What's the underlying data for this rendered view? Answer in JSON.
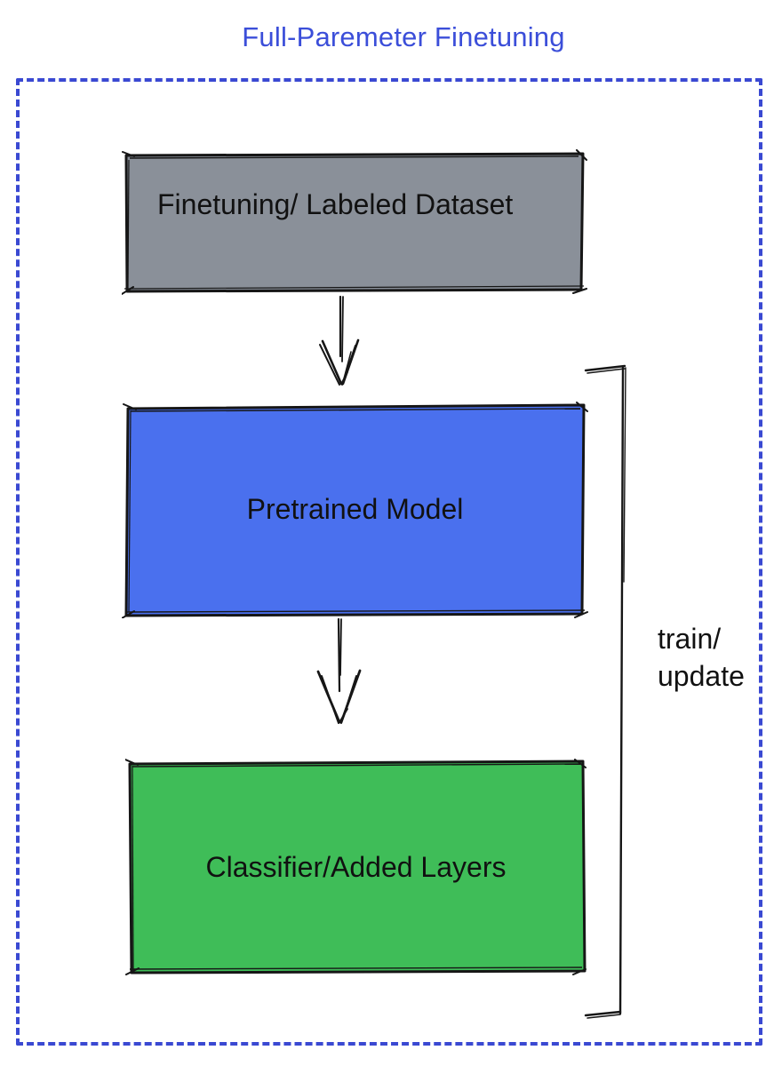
{
  "title": "Full-Paremeter Finetuning",
  "nodes": {
    "dataset": {
      "label": "Finetuning/ Labeled Dataset",
      "fill": "#8a9099"
    },
    "model": {
      "label": "Pretrained Model",
      "fill": "#4a70ee"
    },
    "classifier": {
      "label": "Classifier/Added Layers",
      "fill": "#3fbd58"
    }
  },
  "edges": [
    {
      "from": "dataset",
      "to": "model"
    },
    {
      "from": "model",
      "to": "classifier"
    }
  ],
  "bracket": {
    "line1": "train/",
    "line2": "update",
    "spans": [
      "model",
      "classifier"
    ]
  },
  "colors": {
    "title_text": "#3b4ed9",
    "dotted_boundary": "#3a49d2",
    "sketch_stroke": "#161616",
    "label_text": "#111111",
    "background": "#ffffff"
  }
}
